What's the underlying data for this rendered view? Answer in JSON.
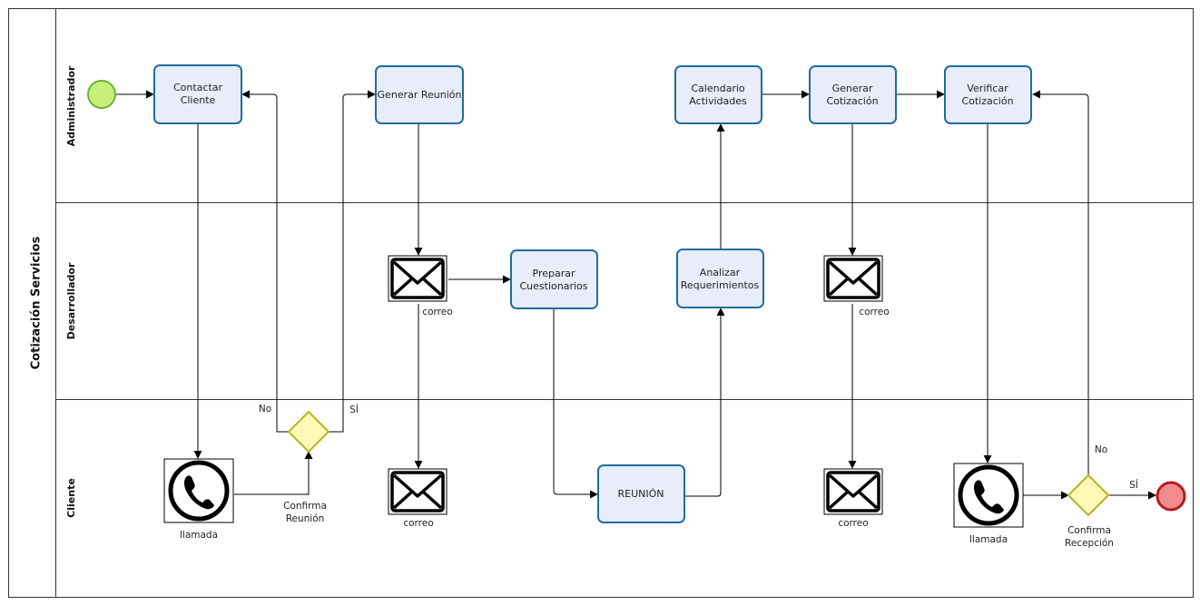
{
  "pool": {
    "title": "Cotización Servicios"
  },
  "lanes": {
    "administrador": "Administrador",
    "desarrollador": "Desarrollador",
    "cliente": "Cliente"
  },
  "tasks": {
    "contactar": [
      "Contactar",
      "Cliente"
    ],
    "generar_reunion": [
      "Generar Reunión"
    ],
    "calendario": [
      "Calendario",
      "Actividades"
    ],
    "generar_cotizacion": [
      "Generar",
      "Cotización"
    ],
    "verificar": [
      "Verificar",
      "Cotización"
    ],
    "preparar": [
      "Preparar",
      "Cuestionarios"
    ],
    "analizar": [
      "Analizar",
      "Requerimientos"
    ],
    "reunion": [
      "REUNIÓN"
    ]
  },
  "events": {
    "correo_label": "correo",
    "llamada_label": "llamada"
  },
  "gateways": {
    "confirma_reunion": {
      "label": [
        "Confirma",
        "Reunión"
      ],
      "no": "No",
      "si": "SÍ"
    },
    "confirma_recepcion": {
      "label": [
        "Confirma",
        "Recepción"
      ],
      "no": "No",
      "si": "SÍ"
    }
  },
  "colors": {
    "task_fill": "#e8edf9",
    "task_stroke": "#1f6da0",
    "start_fill": "#c7f07a",
    "start_stroke": "#6ab33a",
    "end_fill": "#f08c8c",
    "end_stroke": "#b21f1f",
    "gateway_fill": "#fff9b8",
    "gateway_stroke": "#b4b423"
  }
}
